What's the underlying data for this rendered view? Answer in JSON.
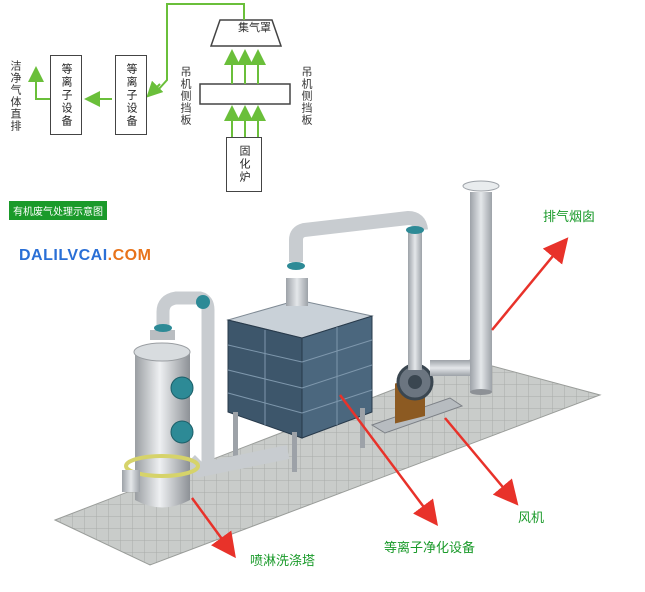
{
  "flow": {
    "hood": "集气罩",
    "baffle_left": "吊机侧挡板",
    "baffle_right": "吊机侧挡板",
    "furnace": "固化炉",
    "plasma_1": "等离子设备",
    "plasma_2": "等离子设备",
    "clean_exhaust": "洁净气体直排"
  },
  "badge": "有机废气处理示意图",
  "brand": {
    "part1": "DALILVCAI",
    "part2": ".COM"
  },
  "labels": {
    "chimney": "排气烟囱",
    "fan": "风机",
    "plasma_equipment": "等离子净化设备",
    "spray_tower": "喷淋洗涤塔"
  },
  "colors": {
    "arrow_green": "#6abf3a",
    "label_green": "#1a9a2a",
    "pointer_red": "#e8322a"
  }
}
